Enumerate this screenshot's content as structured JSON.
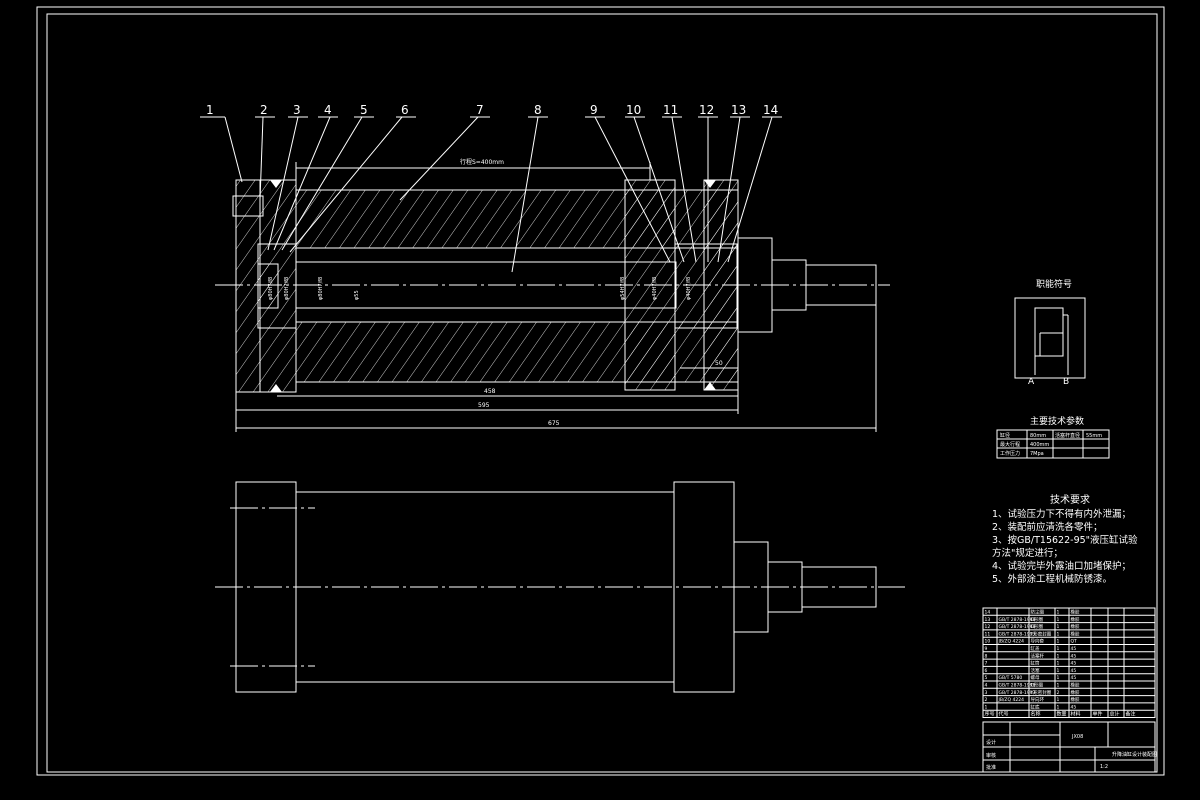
{
  "drawing": {
    "balloons": [
      "1",
      "2",
      "3",
      "4",
      "5",
      "6",
      "7",
      "8",
      "9",
      "10",
      "11",
      "12",
      "13",
      "14"
    ],
    "stroke_label": "行程S=400mm",
    "dimensions": {
      "d_458": "458",
      "d_595": "595",
      "d_675": "675",
      "d_50": "50",
      "dia_1": "φ80H7/f8",
      "dia_2": "φ80H7/f8",
      "dia_3": "φ80H7/f8",
      "dia_4": "φ55",
      "dia_5": "φ54H7/f8",
      "dia_6": "φ40H7/f8",
      "dia_7": "φ40H7/f8"
    },
    "symbol_title": "职能符号",
    "symbol_ports": [
      "A",
      "B"
    ],
    "params_title": "主要技术参数",
    "params_table": [
      [
        "缸径",
        "80mm",
        "活塞杆直径",
        "55mm"
      ],
      [
        "最大行程",
        "400mm",
        "",
        ""
      ],
      [
        "工作压力",
        "7Mpa",
        "",
        ""
      ]
    ],
    "tech_title": "技术要求",
    "tech_lines": [
      "1、试验压力下不得有内外泄漏；",
      "2、装配前应清洗各零件；",
      "3、按GB/T15622-95\"液压缸试验",
      "方法\"规定进行；",
      "4、试验完毕外露油口加堵保护；",
      "5、外部涂工程机械防锈漆。"
    ],
    "bom_header": [
      "序号",
      "代号",
      "名称",
      "数量",
      "材料",
      "单件",
      "总计",
      "备注"
    ],
    "bom_rows": [
      [
        "14",
        "",
        "防尘圈",
        "1",
        "橡胶",
        "",
        "",
        ""
      ],
      [
        "13",
        "GB/T 2878-1993",
        "O形圈",
        "1",
        "橡胶",
        "",
        "",
        ""
      ],
      [
        "12",
        "GB/T 2878-1993",
        "O形圈",
        "1",
        "橡胶",
        "",
        "",
        ""
      ],
      [
        "11",
        "GB/T 2878-1993",
        "Y形密封圈",
        "1",
        "橡胶",
        "",
        "",
        ""
      ],
      [
        "10",
        "JB/ZQ 4224",
        "导向套",
        "1",
        "QT",
        "",
        "",
        ""
      ],
      [
        "9",
        "",
        "缸盖",
        "1",
        "45",
        "",
        "",
        ""
      ],
      [
        "8",
        "",
        "活塞杆",
        "1",
        "45",
        "",
        "",
        ""
      ],
      [
        "7",
        "",
        "缸筒",
        "1",
        "45",
        "",
        "",
        ""
      ],
      [
        "6",
        "",
        "活塞",
        "1",
        "45",
        "",
        "",
        ""
      ],
      [
        "5",
        "GB/T 5780",
        "螺母",
        "1",
        "45",
        "",
        "",
        ""
      ],
      [
        "4",
        "GB/T 2878-1993",
        "O形圈",
        "1",
        "橡胶",
        "",
        "",
        ""
      ],
      [
        "3",
        "GB/T 2878-1993",
        "Y形密封圈",
        "2",
        "橡胶",
        "",
        "",
        ""
      ],
      [
        "2",
        "JB/ZQ 4224",
        "导向环",
        "1",
        "橡胶",
        "",
        "",
        ""
      ],
      [
        "1",
        "",
        "缸底",
        "1",
        "45",
        "",
        "",
        ""
      ]
    ],
    "title_block": {
      "project": "JX08",
      "drawing_title": "升降油缸设计装配图",
      "scale": "1:2",
      "designer": "设计",
      "checker": "审核",
      "approver": "批准"
    }
  }
}
